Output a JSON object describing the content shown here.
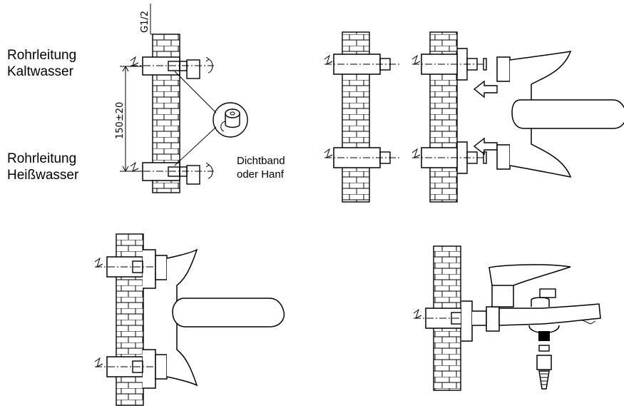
{
  "labels": {
    "cold_line_1": "Rohrleitung",
    "cold_line_2": "Kaltwasser",
    "hot_line_1": "Rohrleitung",
    "hot_line_2": "Heißwasser",
    "seal_1": "Dichtband",
    "seal_2": "oder Hanf",
    "thread": "G1/2",
    "spacing": "150±20"
  },
  "icons": [
    "brick-wall",
    "rotation-arrow",
    "push-arrow",
    "tape-roll"
  ]
}
